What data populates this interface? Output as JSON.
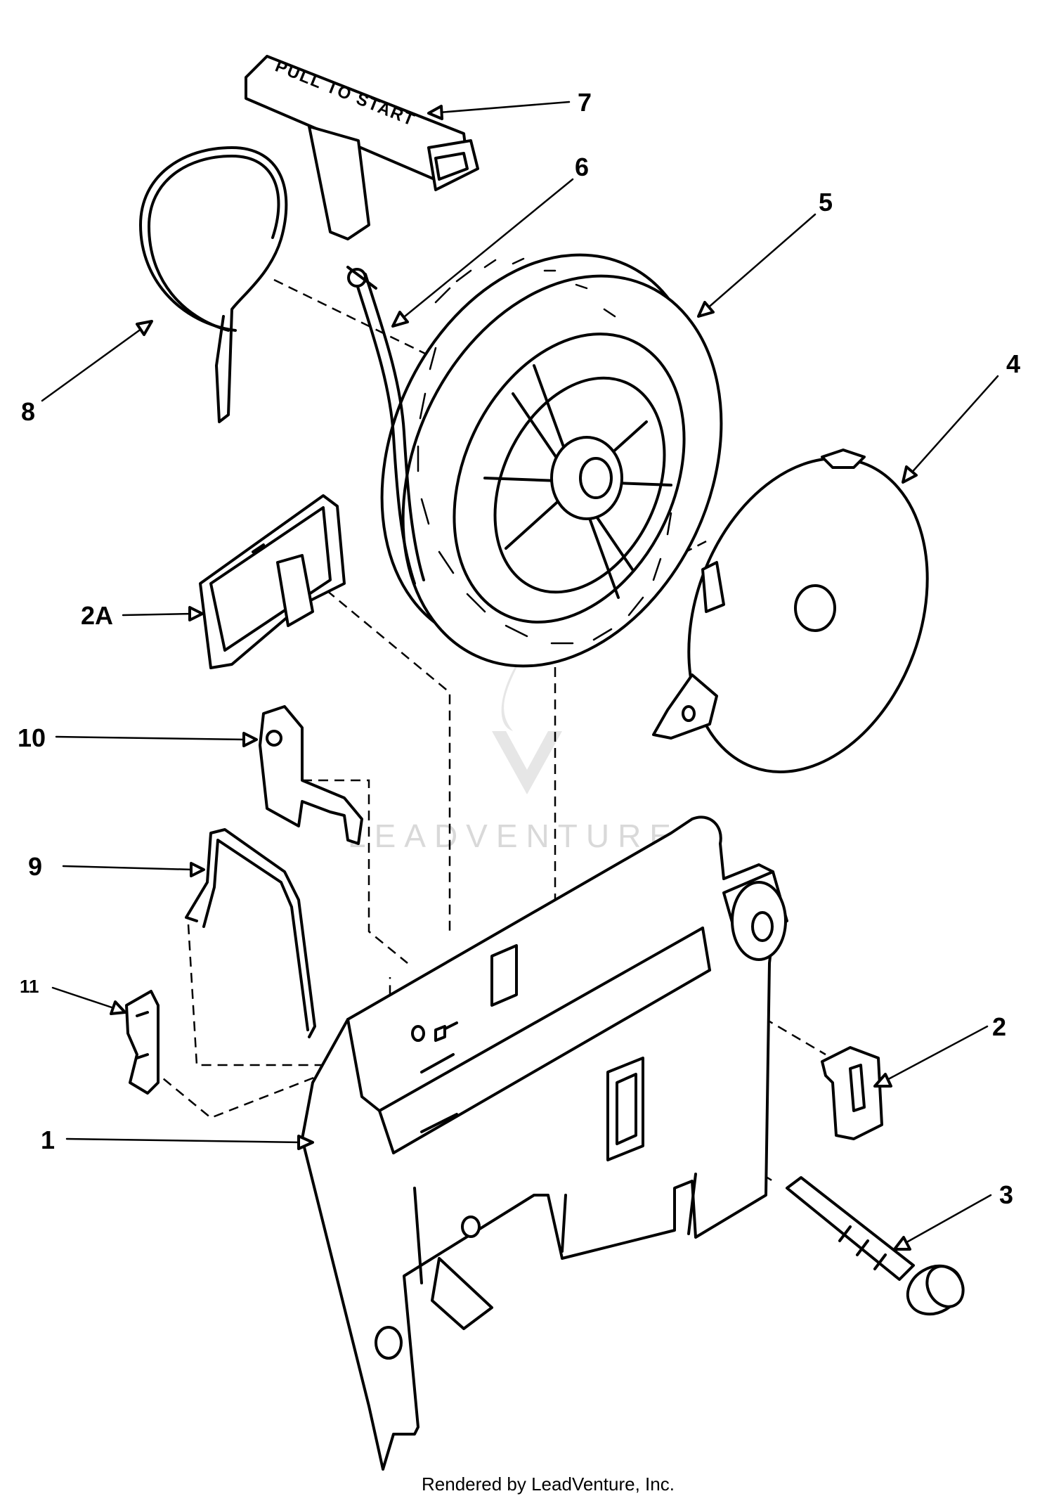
{
  "diagram": {
    "handle_text": "PULL TO START",
    "callouts": [
      {
        "id": "1",
        "label": "1"
      },
      {
        "id": "2",
        "label": "2"
      },
      {
        "id": "2A",
        "label": "2A"
      },
      {
        "id": "3",
        "label": "3"
      },
      {
        "id": "4",
        "label": "4"
      },
      {
        "id": "5",
        "label": "5"
      },
      {
        "id": "6",
        "label": "6"
      },
      {
        "id": "7",
        "label": "7"
      },
      {
        "id": "8",
        "label": "8"
      },
      {
        "id": "9",
        "label": "9"
      },
      {
        "id": "10",
        "label": "10"
      },
      {
        "id": "11",
        "label": "11"
      }
    ]
  },
  "watermark": {
    "text": "LEADVENTURE"
  },
  "footer": {
    "text": "Rendered by LeadVenture, Inc."
  }
}
